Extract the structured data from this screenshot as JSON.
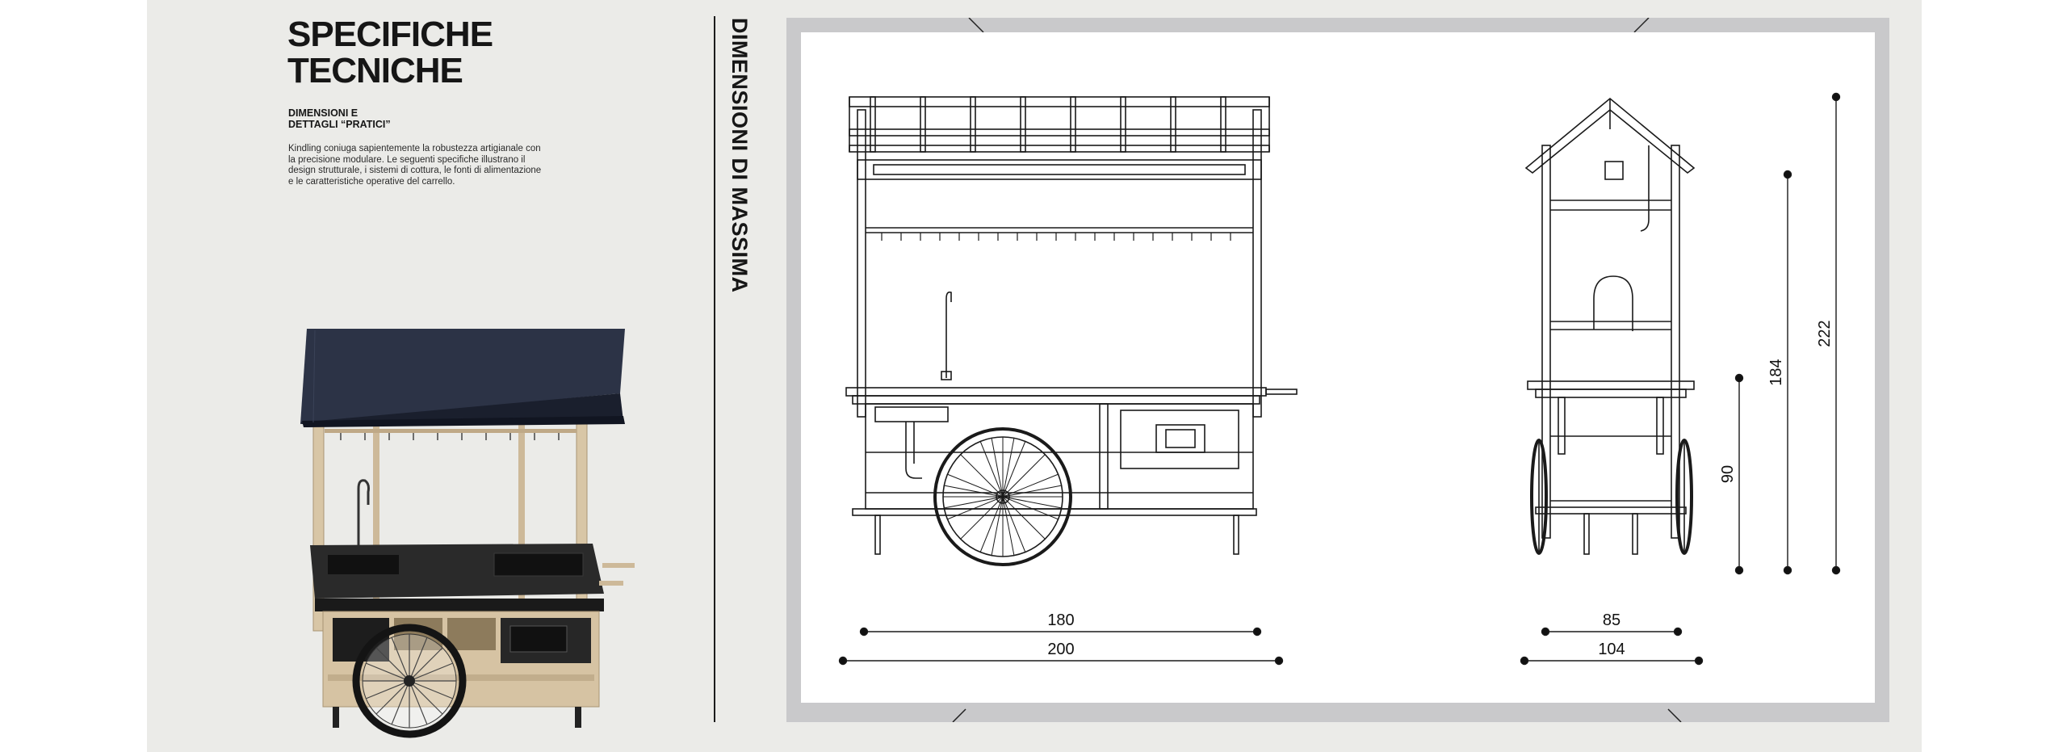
{
  "header": {
    "title_line1": "SPECIFICHE",
    "title_line2": "TECNICHE",
    "subtitle_line1": "DIMENSIONI E",
    "subtitle_line2": "DETTAGLI “PRATICI”",
    "description": "Kindling coniuga sapientemente la robustezza artigianale con la precisione modulare. Le seguenti specifiche illustrano il design strutturale, i sistemi di cottura, le fonti di alimentazione e le caratteristiche operative del carrello."
  },
  "section_title": "DIMENSIONI DI MASSIMA",
  "dimensions": {
    "front_inner_width": "180",
    "front_outer_width": "200",
    "side_inner_width": "85",
    "side_outer_width": "104",
    "counter_height": "90",
    "frame_height": "184",
    "total_height": "222"
  },
  "colors": {
    "sheet": "#ebebe8",
    "frame": "#c9c9cb",
    "ink": "#161616",
    "canopy": "#1e2435",
    "wood": "#d6c3a3",
    "counter": "#222222"
  }
}
